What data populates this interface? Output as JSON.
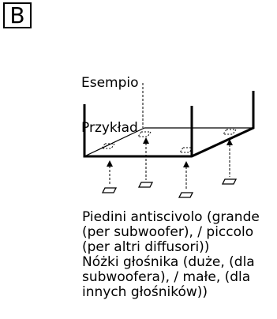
{
  "section": {
    "letter": "B"
  },
  "example_label": {
    "line1": "Esempio",
    "line2": "Przykład"
  },
  "caption": {
    "lines": [
      "Piedini antiscivolo (grande",
      "(per subwoofer), / piccolo",
      "(per altri diffusori))",
      "Nóżki głośnika (duże, (dla",
      "subwoofera), / małe, (dla",
      "innych głośników))"
    ]
  }
}
